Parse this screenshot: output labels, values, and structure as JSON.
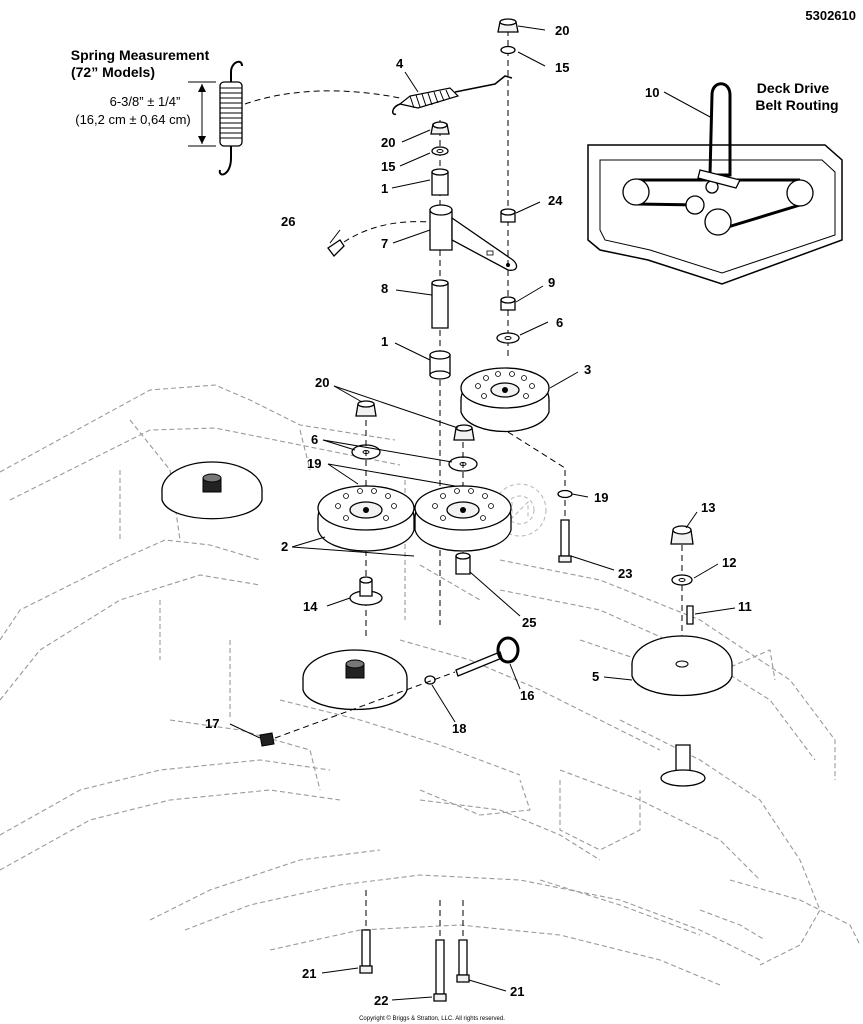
{
  "document_number": "5302610",
  "spring_measurement": {
    "title_line1": "Spring Measurement",
    "title_line2": "(72” Models)",
    "value_imperial": "6-3/8” ± 1/4”",
    "value_metric": "(16,2 cm ± 0,64 cm)"
  },
  "belt_routing": {
    "title_line1": "Deck Drive",
    "title_line2": "Belt Routing"
  },
  "callouts": {
    "c20_top": "20",
    "c15_top": "15",
    "c4": "4",
    "c20_mid": "20",
    "c15_mid": "15",
    "c1_top": "1",
    "c26": "26",
    "c7": "7",
    "c24": "24",
    "c8": "8",
    "c9": "9",
    "c6_right": "6",
    "c1_low": "1",
    "c3": "3",
    "c10": "10",
    "c20_left": "20",
    "c6_left": "6",
    "c19_left": "19",
    "c19_right": "19",
    "c2": "2",
    "c13": "13",
    "c12": "12",
    "c11": "11",
    "c14": "14",
    "c25": "25",
    "c23": "23",
    "c5": "5",
    "c16": "16",
    "c17": "17",
    "c18": "18",
    "c21_left": "21",
    "c22": "22",
    "c21_right": "21"
  },
  "copyright": "Copyright © Briggs & Stratton, LLC. All rights reserved."
}
